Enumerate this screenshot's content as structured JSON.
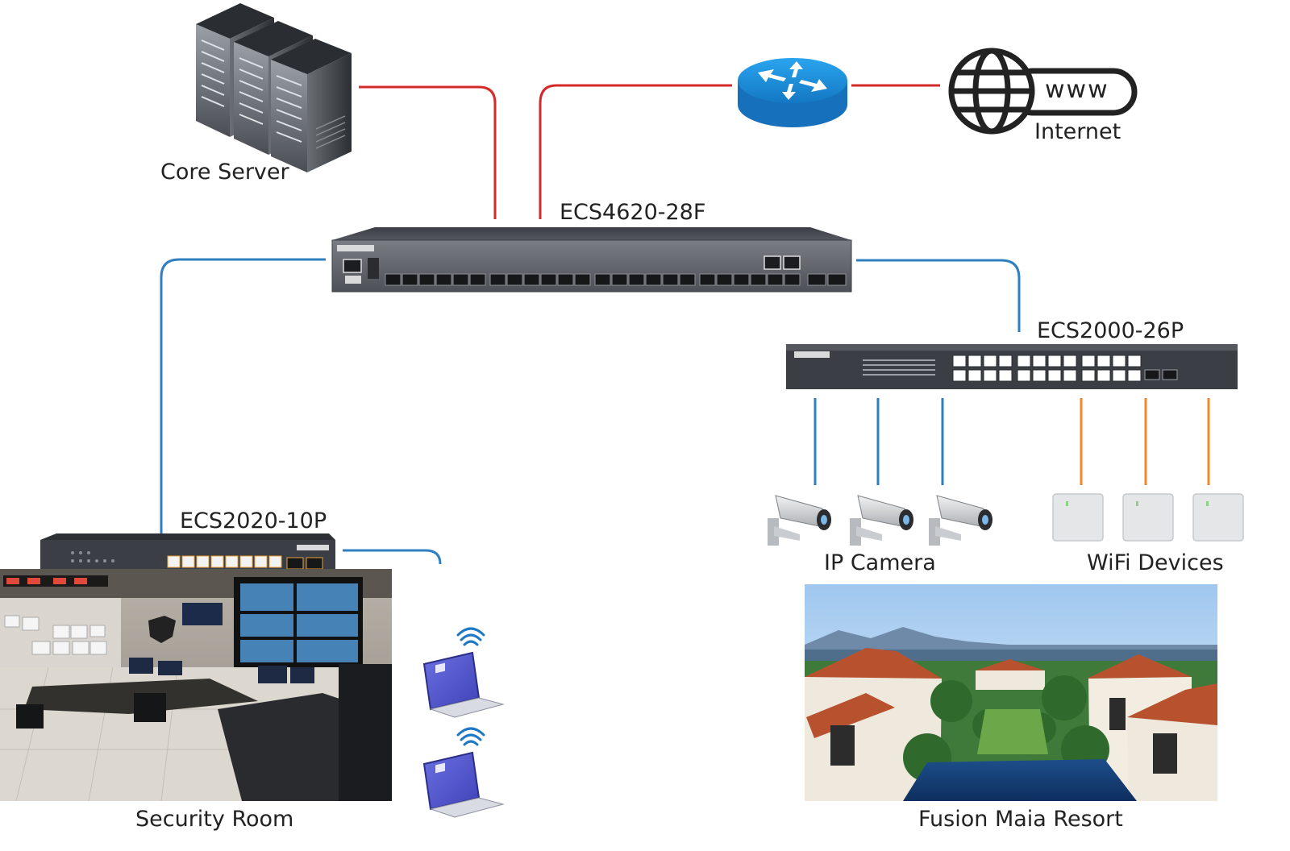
{
  "labels": {
    "core_server": "Core Server",
    "internet": "Internet",
    "www": "www",
    "core_switch": "ECS4620-28F",
    "access_switch_right": "ECS2000-26P",
    "access_switch_left": "ECS2020-10P",
    "ip_camera": "IP Camera",
    "wifi_devices": "WiFi Devices",
    "security_room": "Security Room",
    "resort": "Fusion Maia Resort"
  },
  "device_print": {
    "core_switch_model": "ECS4620-28F",
    "right_switch_model": "ECS2000-26P",
    "left_switch_model": "ECS2020-10P"
  },
  "colors": {
    "uplink_red": "#d42a2a",
    "downlink_blue": "#2f7fc1",
    "poe_orange": "#f0892b",
    "router_blue": "#1f8fd9",
    "switch_dark": "#3b3f45",
    "port_amber": "#e8a23a"
  }
}
